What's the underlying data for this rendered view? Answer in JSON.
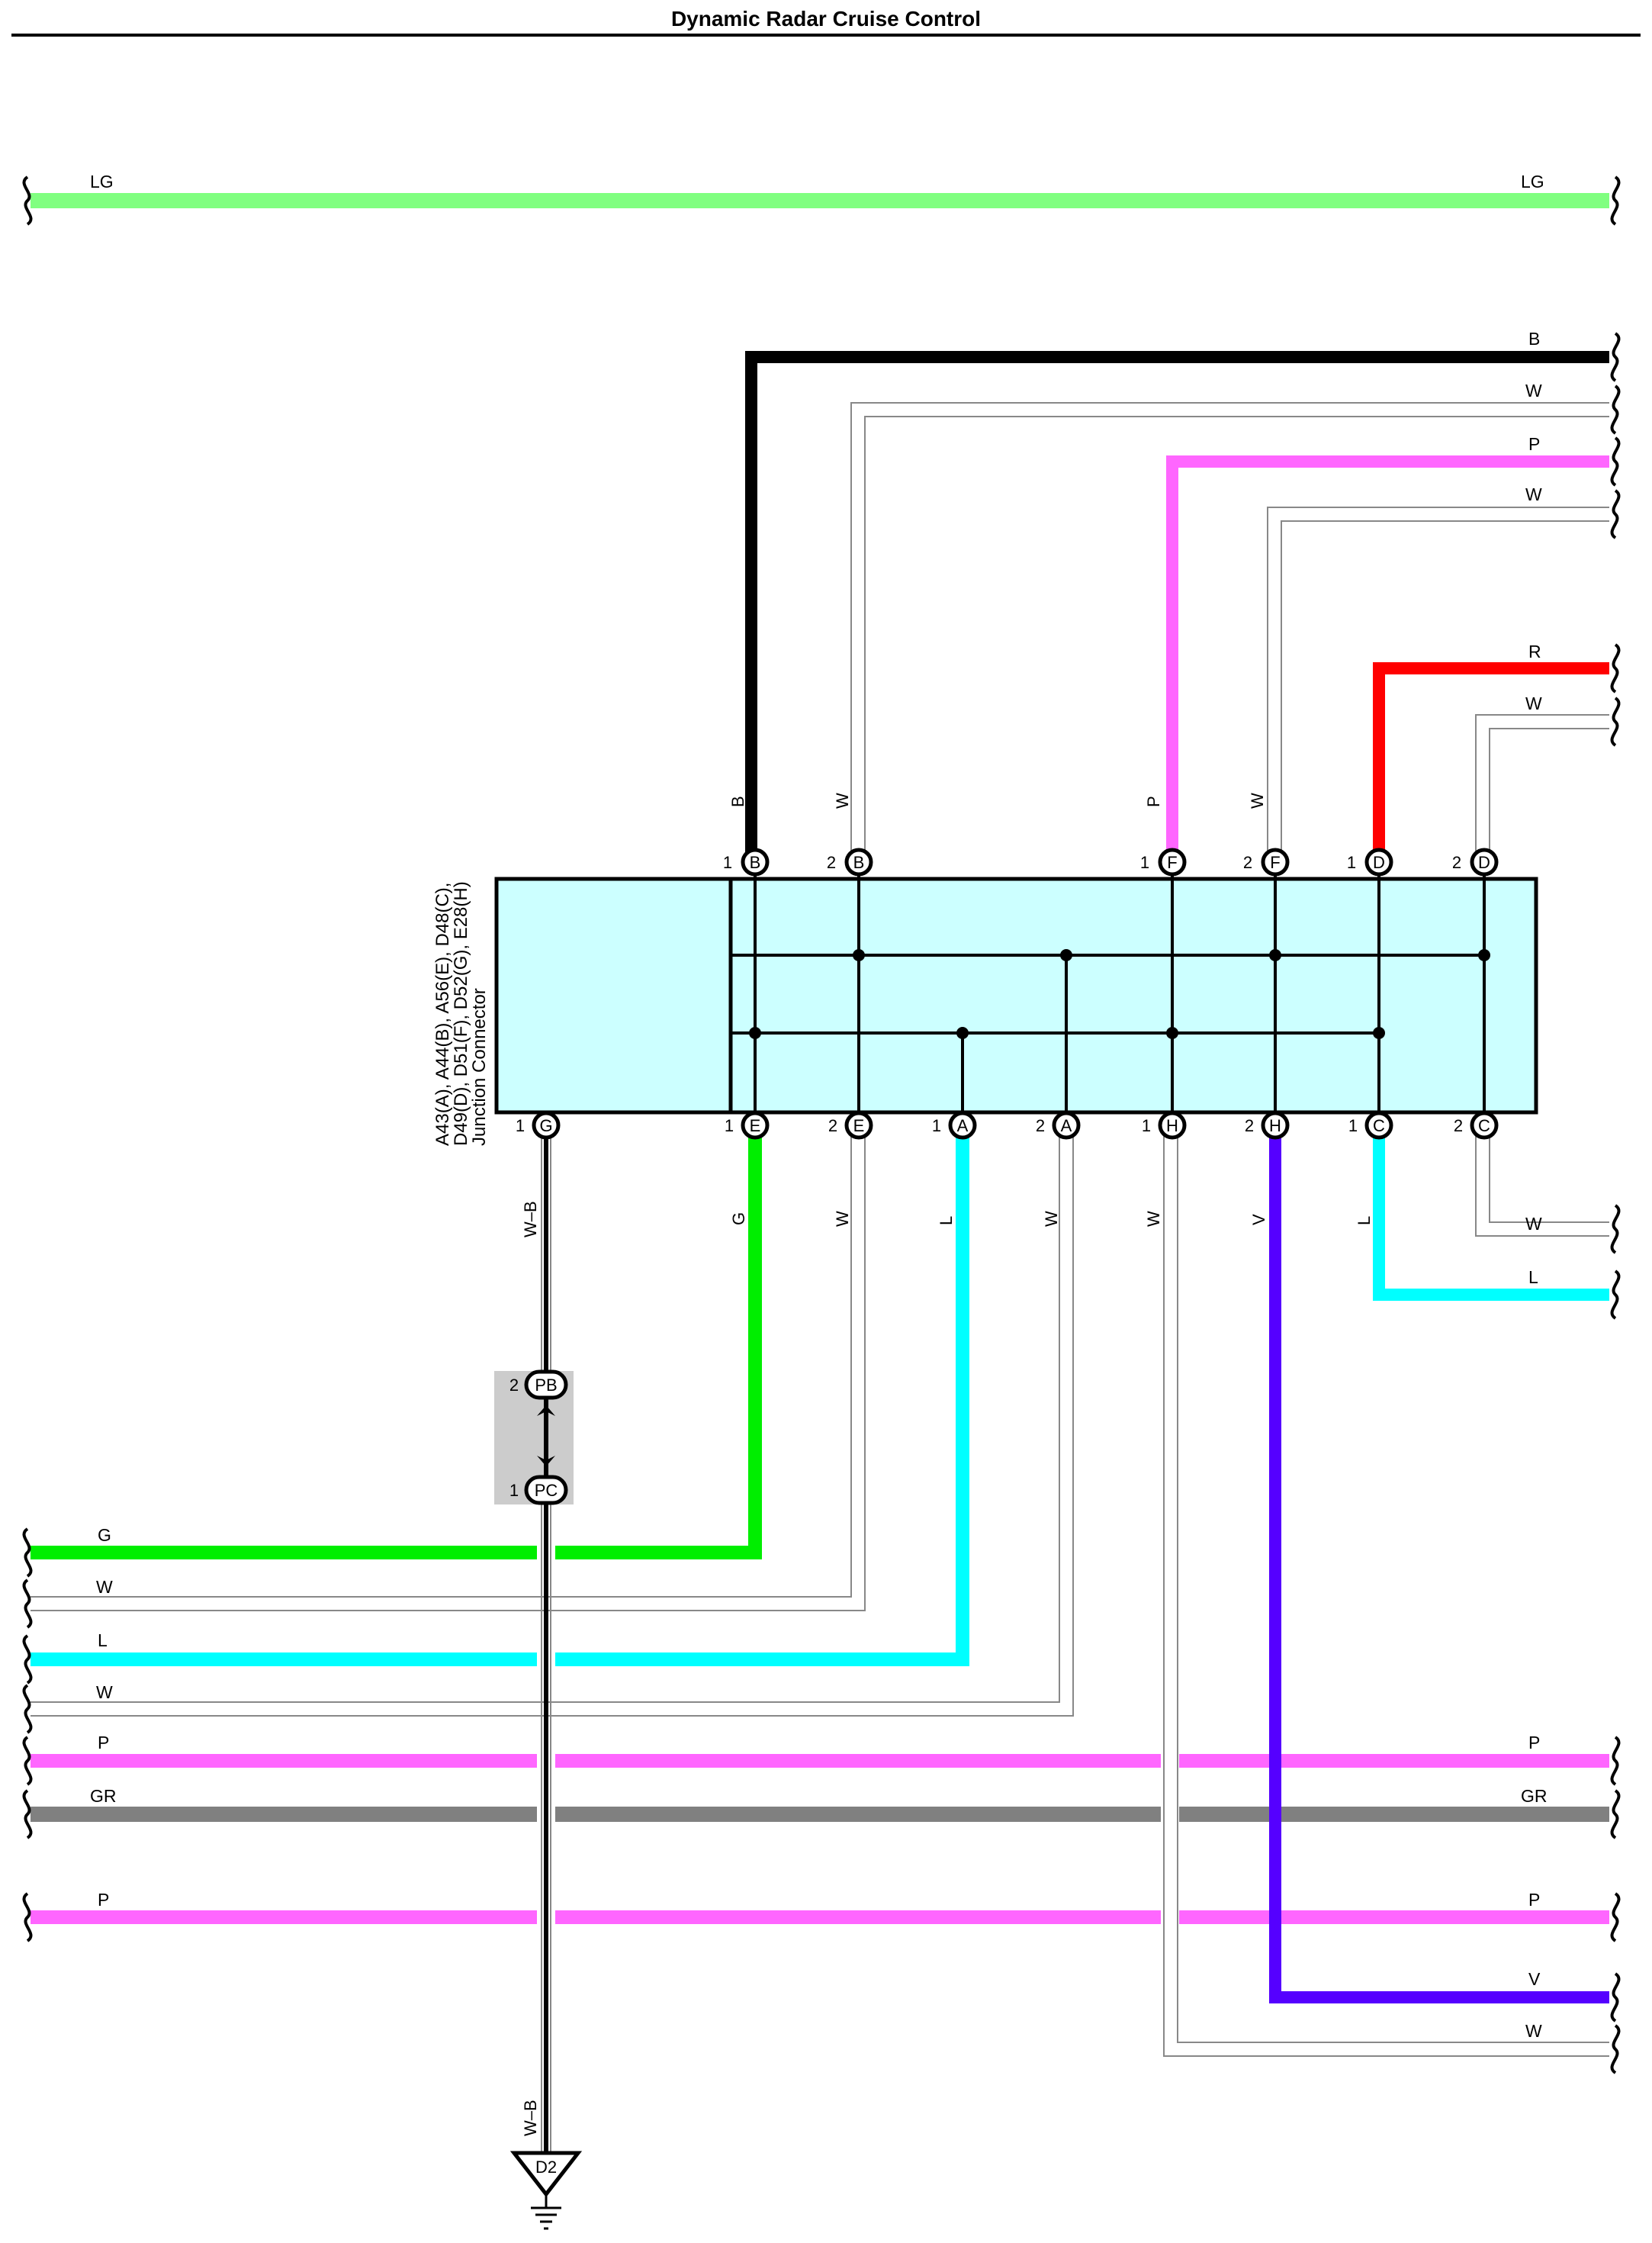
{
  "title": "Dynamic Radar Cruise Control",
  "junction": {
    "line1": "A43(A), A44(B), A56(E), D48(C),",
    "line2": "D49(D), D51(F), D52(G), E28(H)",
    "line3": "Junction Connector"
  },
  "colors": {
    "LG": "#80ff80",
    "B": "#000000",
    "W": "#ffffff",
    "P": "#ff66ff",
    "R": "#ff0000",
    "G": "#00ee00",
    "L": "#00ffff",
    "V": "#5500ff",
    "GR": "#808080",
    "box": "#ccffff",
    "inline": "#cccccc"
  },
  "labels": {
    "lg_left": "LG",
    "lg_right": "LG",
    "r_b": "B",
    "r_w1": "W",
    "r_p": "P",
    "r_w2": "W",
    "r_r": "R",
    "r_w3": "W",
    "r_w4": "W",
    "r_l": "L",
    "r_p2": "P",
    "r_gr": "GR",
    "r_p3": "P",
    "r_v": "V",
    "r_w5": "W",
    "l_g": "G",
    "l_w1": "W",
    "l_l": "L",
    "l_w2": "W",
    "l_p": "P",
    "l_gr": "GR",
    "l_p2": "P",
    "top_b": "B",
    "top_w1": "W",
    "top_p": "P",
    "top_w2": "W",
    "bot_wb": "W–B",
    "bot_g": "G",
    "bot_w1": "W",
    "bot_l1": "L",
    "bot_w2": "W",
    "bot_w3": "W",
    "bot_v": "V",
    "bot_l2": "L",
    "ground_wb": "W–B"
  },
  "pins": {
    "B1": "B",
    "B2": "B",
    "F1": "F",
    "F2": "F",
    "D1": "D",
    "D2": "D",
    "G1": "G",
    "E1": "E",
    "E2": "E",
    "A1": "A",
    "A2": "A",
    "H1": "H",
    "H2": "H",
    "C1": "C",
    "C2": "C",
    "n1": "1",
    "n2": "2",
    "pb": "PB",
    "pc": "PC",
    "pb_n": "2",
    "pc_n": "1"
  },
  "ground": {
    "label": "D2"
  }
}
